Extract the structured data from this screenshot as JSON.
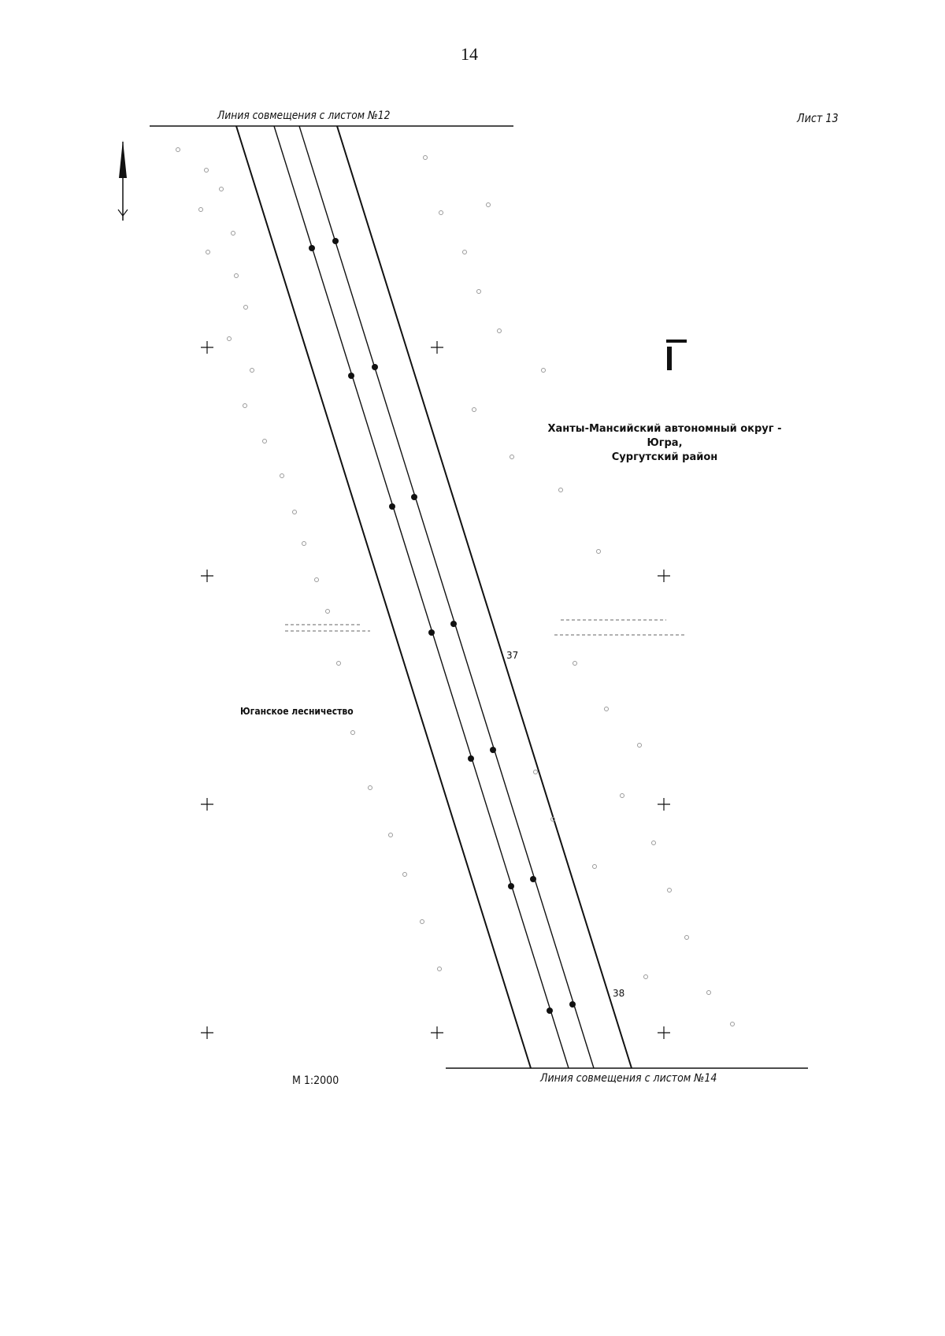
{
  "page": {
    "number": "14",
    "sheet_label": "Лист 13"
  },
  "map": {
    "top_junction_label": "Линия совмещения с листом №12",
    "bottom_junction_label": "Линия совмещения с листом №14",
    "scale": "М 1:2000",
    "region_line1": "Ханты-Мансийский автономный округ - Югра,",
    "region_line2": "Сургутский район",
    "forestry": "Юганское лесничество",
    "picket_37": "37",
    "picket_38": "38",
    "colors": {
      "ink": "#111111",
      "vegetation": "#9a9a9a"
    }
  }
}
